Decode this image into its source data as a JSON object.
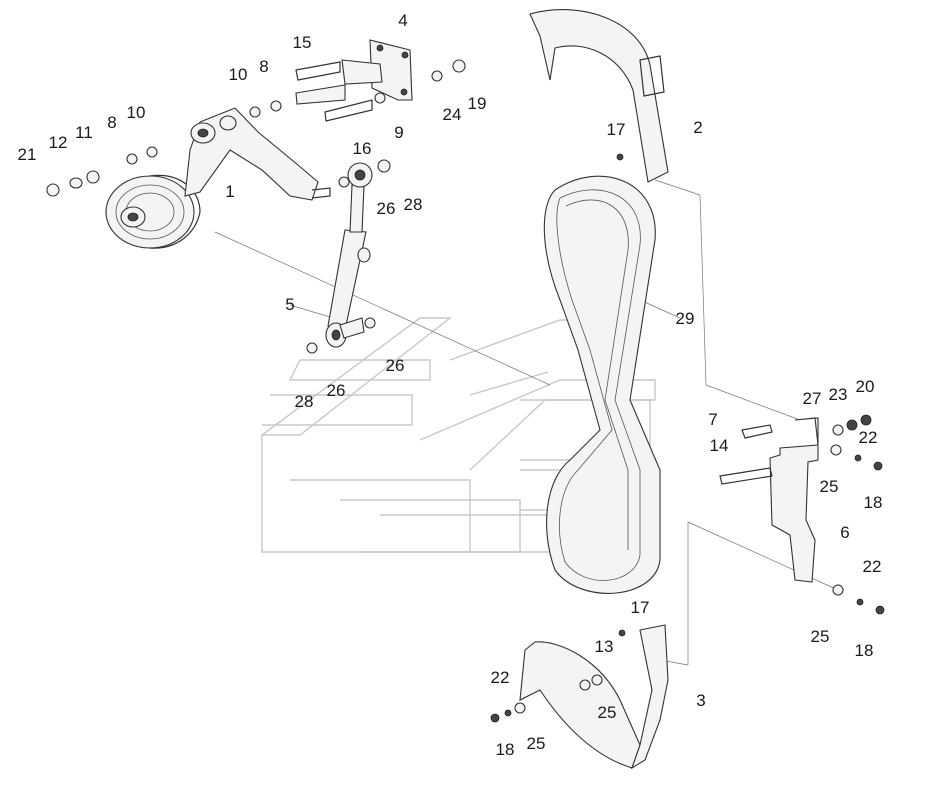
{
  "diagram": {
    "labels": [
      {
        "text": "1"
      },
      {
        "text": "2"
      },
      {
        "text": "3"
      },
      {
        "text": "4"
      },
      {
        "text": "5"
      },
      {
        "text": "6"
      },
      {
        "text": "7"
      },
      {
        "text": "8"
      },
      {
        "text": "8"
      },
      {
        "text": "9"
      },
      {
        "text": "10"
      },
      {
        "text": "10"
      },
      {
        "text": "11"
      },
      {
        "text": "12"
      },
      {
        "text": "13"
      },
      {
        "text": "14"
      },
      {
        "text": "15"
      },
      {
        "text": "16"
      },
      {
        "text": "17"
      },
      {
        "text": "17"
      },
      {
        "text": "18"
      },
      {
        "text": "18"
      },
      {
        "text": "18"
      },
      {
        "text": "19"
      },
      {
        "text": "20"
      },
      {
        "text": "21"
      },
      {
        "text": "22"
      },
      {
        "text": "22"
      },
      {
        "text": "22"
      },
      {
        "text": "23"
      },
      {
        "text": "24"
      },
      {
        "text": "25"
      },
      {
        "text": "25"
      },
      {
        "text": "25"
      },
      {
        "text": "25"
      },
      {
        "text": "26"
      },
      {
        "text": "26"
      },
      {
        "text": "26"
      },
      {
        "text": "27"
      },
      {
        "text": "28"
      },
      {
        "text": "28"
      },
      {
        "text": "29"
      }
    ]
  }
}
